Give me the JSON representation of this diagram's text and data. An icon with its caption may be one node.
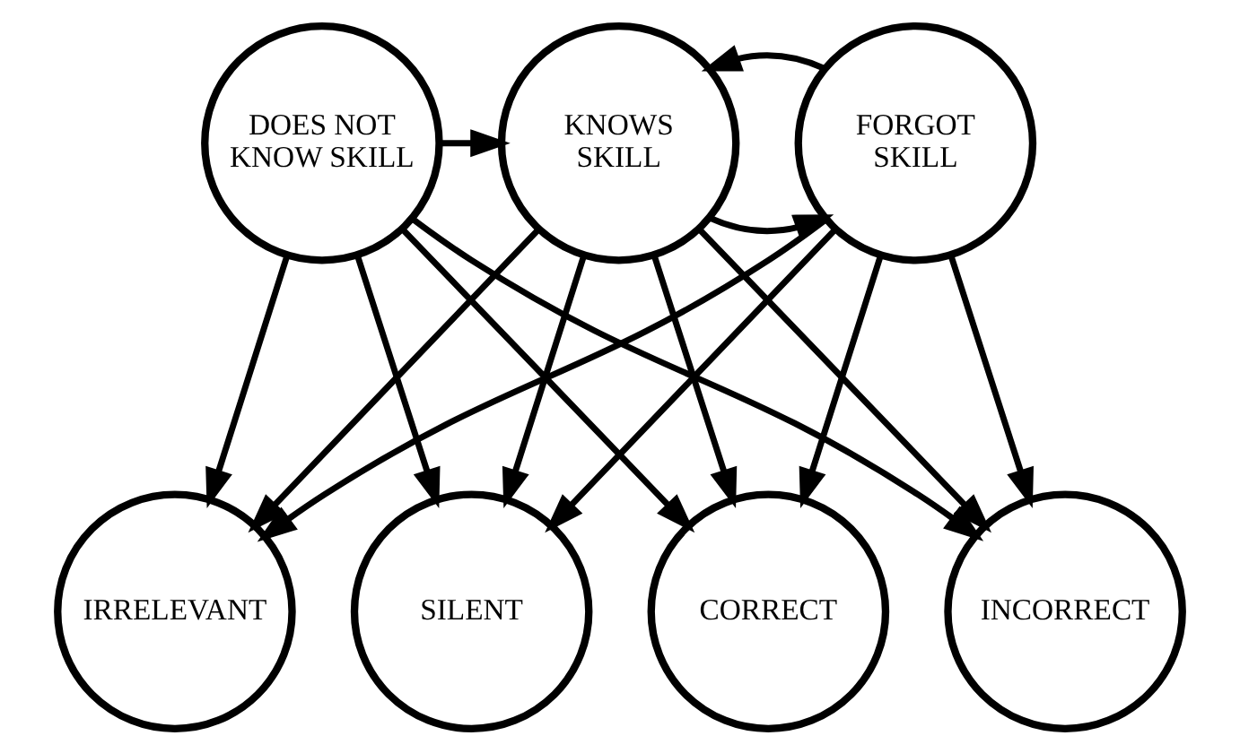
{
  "diagram": {
    "nodes": [
      {
        "text": [
          "DOES NOT KNOW SKILL"
        ]
      },
      {
        "text": [
          "KNOWS SKILL"
        ]
      },
      {
        "text": [
          "FORGOT SKILL"
        ]
      },
      {
        "text": [
          "CORRECT"
        ]
      },
      {
        "text": [
          "INCORRECT"
        ]
      },
      {
        "text": [
          "IRRELEVANT"
        ]
      },
      {
        "text": [
          "SILENT"
        ]
      }
    ],
    "edges": [
      {
        "from": 0,
        "to": 1,
        "arrow": "to"
      },
      {
        "from": 1,
        "to": 2,
        "arrow": "to"
      },
      {
        "from": 2,
        "to": 1,
        "arrow": "to"
      },
      {
        "from": 0,
        "to": 3,
        "arrow": "to"
      },
      {
        "from": 0,
        "to": 4,
        "arrow": "to"
      },
      {
        "from": 0,
        "to": 5,
        "arrow": "to"
      },
      {
        "from": 0,
        "to": 6,
        "arrow": "to"
      },
      {
        "from": 1,
        "to": 3,
        "arrow": "to"
      },
      {
        "from": 1,
        "to": 4,
        "arrow": "to"
      },
      {
        "from": 1,
        "to": 5,
        "arrow": "to"
      },
      {
        "from": 1,
        "to": 6,
        "arrow": "to"
      },
      {
        "from": 2,
        "to": 3,
        "arrow": "to"
      },
      {
        "from": 2,
        "to": 4,
        "arrow": "to"
      },
      {
        "from": 2,
        "to": 5,
        "arrow": "to"
      },
      {
        "from": 2,
        "to": 6,
        "arrow": "to"
      }
    ]
  }
}
